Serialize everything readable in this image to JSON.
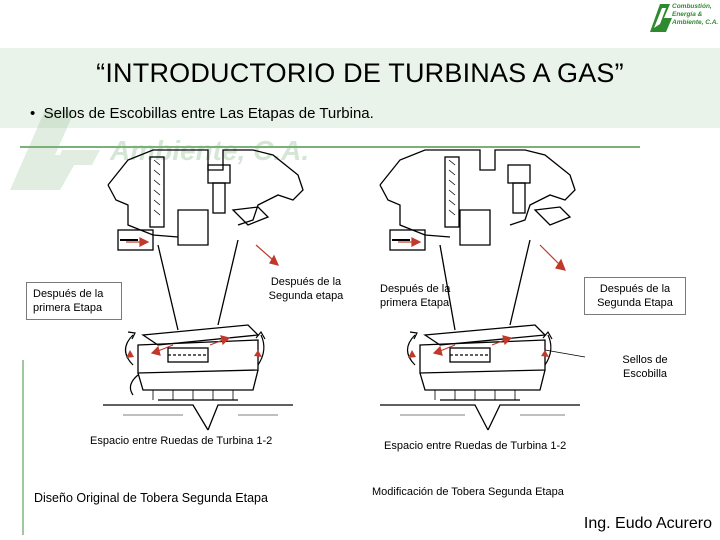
{
  "slide": {
    "title": "“INTRODUCTORIO DE TURBINAS A GAS”",
    "bullet": "Sellos de Escobillas entre Las Etapas de Turbina.",
    "logo": {
      "lines": [
        "Combustión,",
        "Energía &",
        "Ambiente, C.A."
      ],
      "watermark_text": "Ambiente, C.A."
    },
    "signature": "Ing. Eudo Acurero"
  },
  "left_diagram": {
    "label_first_stage": "Después de la primera Etapa",
    "label_second_stage": "Después de la Segunda etapa",
    "caption_space": "Espacio entre Ruedas de Turbina 1-2",
    "caption_design": "Diseño Original de Tobera Segunda Etapa"
  },
  "right_diagram": {
    "label_first_stage": "Después de la primera Etapa",
    "label_second_stage": "Después de la Segunda Etapa",
    "label_seals": "Sellos de Escobilla",
    "caption_space": "Espacio entre Ruedas de Turbina 1-2",
    "caption_modification": "Modificación de Tobera Segunda Etapa"
  },
  "colors": {
    "arrow": "#c0392b",
    "accent": "#2f8a2f"
  }
}
